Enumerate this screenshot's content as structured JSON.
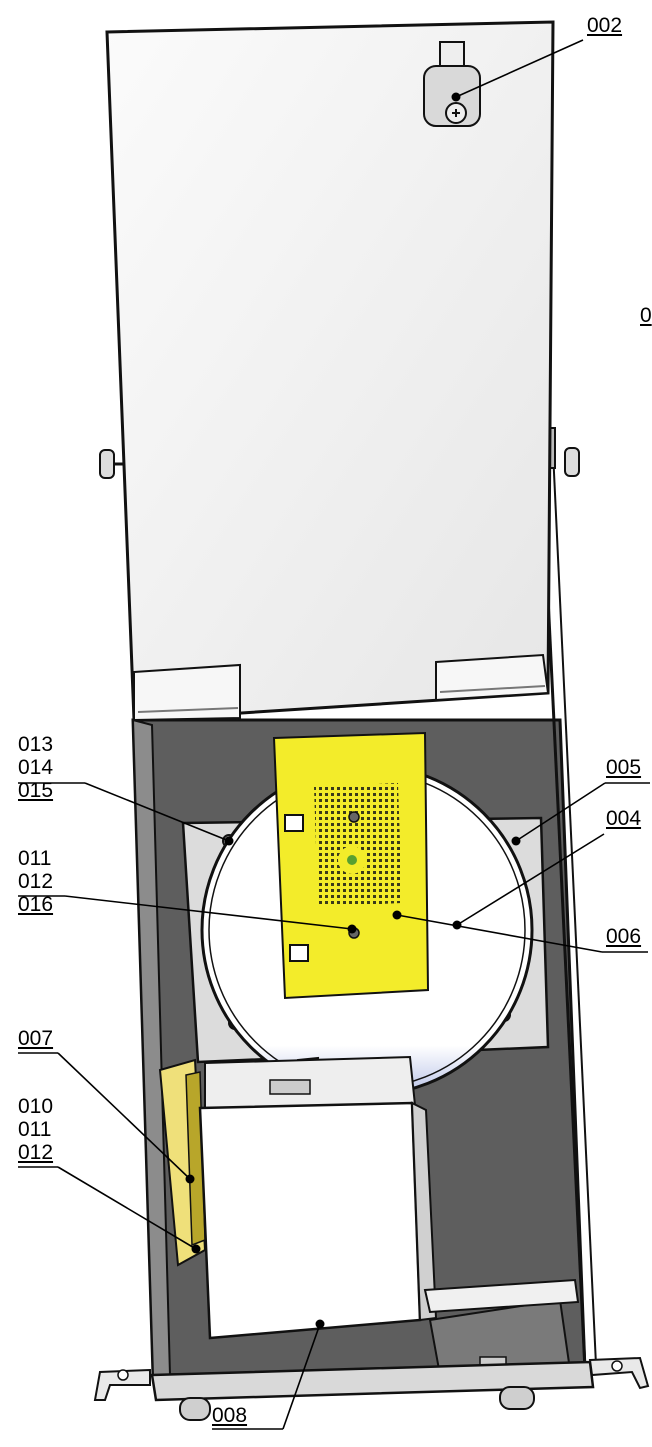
{
  "callouts": {
    "c002": "002",
    "c003_partial": "0",
    "c013": "013",
    "c014": "014",
    "c015": "015",
    "c005": "005",
    "c004": "004",
    "c011a": "011",
    "c012a": "012",
    "c016": "016",
    "c006": "006",
    "c007": "007",
    "c010": "010",
    "c011b": "011",
    "c012b": "012",
    "c008": "008"
  },
  "colors": {
    "panel_yellow": "#f3ec2a",
    "handle_red": "#d11f1f",
    "body_gray": "#5e5e5e",
    "lid_white": "#f4f4f4"
  }
}
